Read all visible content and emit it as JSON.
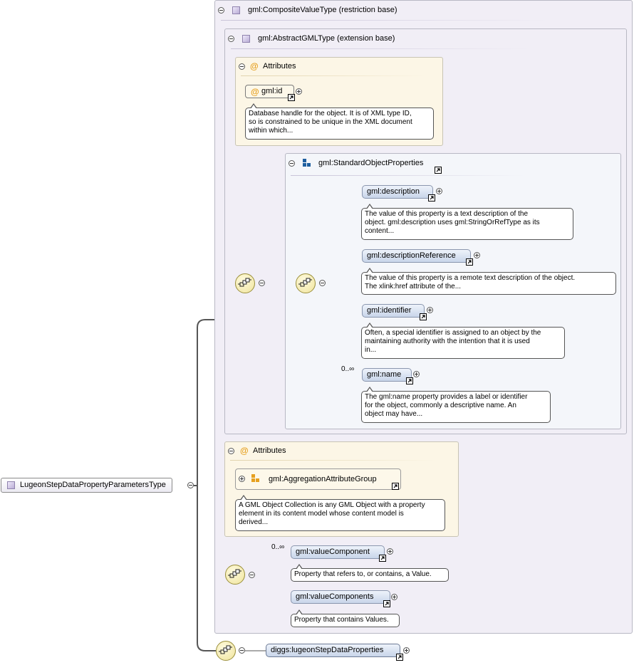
{
  "root": {
    "label": "LugeonStepDataPropertyParametersType"
  },
  "composite": {
    "title": "gml:CompositeValueType (restriction base)"
  },
  "abstract": {
    "title": "gml:AbstractGMLType (extension base)"
  },
  "attrs1": {
    "title": "Attributes",
    "id_label": "gml:id",
    "id_doc": [
      "Database handle for the object. It is of XML type ID,",
      "so is constrained to be unique in the XML document",
      "within which..."
    ]
  },
  "stdprops": {
    "title": "gml:StandardObjectProperties",
    "elements": [
      {
        "label": "gml:description",
        "card": "",
        "doc": [
          "The value of this property is a text description of the",
          "object. gml:description uses gml:StringOrRefType as its",
          "content..."
        ]
      },
      {
        "label": "gml:descriptionReference",
        "card": "",
        "doc": [
          "The value of this property is a remote text description of the object.",
          "The xlink:href attribute of the..."
        ]
      },
      {
        "label": "gml:identifier",
        "card": "",
        "doc": [
          "Often, a special identifier is assigned to an object by the",
          "maintaining authority with the intention that it is used",
          "in..."
        ]
      },
      {
        "label": "gml:name",
        "card": "0..∞",
        "doc": [
          "The gml:name property provides a label or identifier",
          "for the object, commonly a descriptive name. An",
          "object may have..."
        ]
      }
    ]
  },
  "attrs2": {
    "title": "Attributes",
    "group_label": "gml:AggregationAttributeGroup",
    "group_doc": [
      "A GML Object Collection is any GML Object with a property",
      "element in its content model whose content model is",
      "derived..."
    ]
  },
  "value_elements": [
    {
      "label": "gml:valueComponent",
      "card": "0..∞",
      "doc": [
        "Property that refers to, or contains, a Value."
      ]
    },
    {
      "label": "gml:valueComponents",
      "card": "",
      "doc": [
        "Property that contains Values."
      ]
    }
  ],
  "diggs": {
    "label": "diggs:lugeonStepDataProperties"
  }
}
